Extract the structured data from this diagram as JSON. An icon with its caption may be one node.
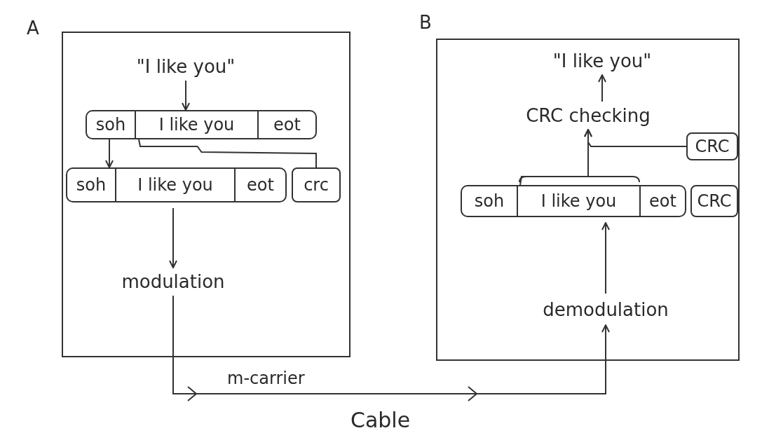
{
  "diagram": {
    "nodes": [
      {
        "text": [
          "A"
        ]
      },
      {
        "text": [
          "\"I like you\""
        ],
        "in": 0
      },
      {
        "text": [],
        "shape": "box",
        "in": 0
      },
      {
        "text": [
          "soh"
        ],
        "in": 2
      },
      {
        "text": [
          "I like you"
        ],
        "in": 2
      },
      {
        "text": [
          "eot"
        ],
        "in": 2
      },
      {
        "text": [],
        "shape": "box",
        "in": 0
      },
      {
        "text": [
          "soh"
        ],
        "in": 6
      },
      {
        "text": [
          "I like you"
        ],
        "in": 6
      },
      {
        "text": [
          "eot"
        ],
        "in": 6
      },
      {
        "text": [
          "crc"
        ],
        "in": 0
      },
      {
        "text": [
          "modulation"
        ],
        "in": 0
      },
      {
        "text": [
          "B"
        ]
      },
      {
        "text": [
          "\"I like you\""
        ],
        "in": 12
      },
      {
        "text": [
          "CRC checking"
        ],
        "in": 12
      },
      {
        "text": [
          "CRC"
        ],
        "in": 12
      },
      {
        "text": [],
        "shape": "box",
        "in": 12
      },
      {
        "text": [
          "soh"
        ],
        "in": 16
      },
      {
        "text": [
          "I like you"
        ],
        "in": 16
      },
      {
        "text": [
          "eot"
        ],
        "in": 16
      },
      {
        "text": [
          "CRC"
        ],
        "in": 12
      },
      {
        "text": [
          "demodulation"
        ],
        "in": 12
      }
    ],
    "edges": [
      {
        "from": 1,
        "to": 2,
        "arrow": "to"
      },
      {
        "from": 2,
        "to": 6,
        "arrow": "to"
      },
      {
        "from": 4,
        "to": 10,
        "arrow": "none"
      },
      {
        "from": 6,
        "to": 11,
        "arrow": "to"
      },
      {
        "from": 11,
        "to": 21,
        "arrow": "to",
        "label": "m-carrier"
      },
      {
        "from": 21,
        "to": 16,
        "arrow": "to"
      },
      {
        "from": 18,
        "to": 14,
        "arrow": "to"
      },
      {
        "from": 15,
        "to": 14,
        "arrow": "to"
      },
      {
        "from": 14,
        "to": 13,
        "arrow": "to"
      }
    ],
    "labels": [
      "Cable"
    ]
  }
}
